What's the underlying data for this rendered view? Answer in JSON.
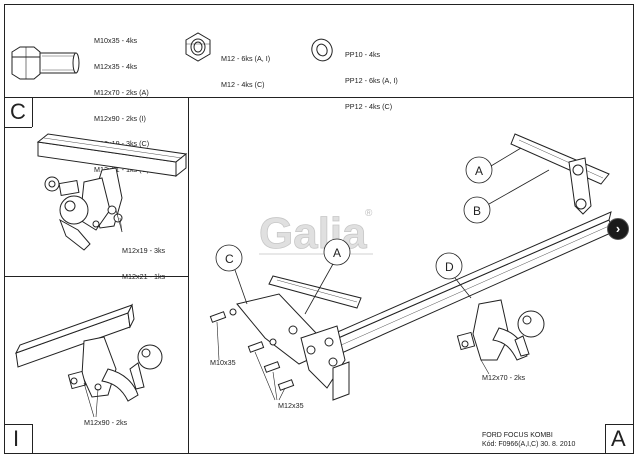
{
  "panels": {
    "top_left": "C",
    "mid_left": "I",
    "main": "A"
  },
  "bolt": {
    "lines": [
      "M10x35 - 4ks",
      "M12x35 - 4ks",
      "M12x70 - 2ks (A)",
      "M12x90 - 2ks (I)",
      "M12x19 - 3ks (C)",
      "M12x21 - 1ks (C)"
    ]
  },
  "nut": {
    "lines": [
      "M12 - 6ks (A, I)",
      "M12 - 4ks (C)"
    ]
  },
  "washer": {
    "lines": [
      "PP10 - 4ks",
      "PP12 - 6ks (A, I)",
      "PP12 - 4ks (C)"
    ]
  },
  "logo": {
    "text": "Galia",
    "mark": "®"
  },
  "detail_c": {
    "lines": [
      "M12x19 - 3ks",
      "M12x21 - 1ks"
    ]
  },
  "detail_i": {
    "label": "M12x90 - 2ks"
  },
  "main_view": {
    "balloons": {
      "a_top": "A",
      "b": "B",
      "c": "C",
      "a_left": "A",
      "d": "D"
    },
    "label_m10": "M10x35",
    "label_m12x35": "M12x35",
    "label_m12x70": "M12x70 - 2ks"
  },
  "title_block": {
    "model": "FORD FOCUS KOMBI",
    "code": "Kód: F0966(A,I,C)   30. 8. 2010"
  },
  "nav": {
    "icon": "chevron-right-icon"
  }
}
